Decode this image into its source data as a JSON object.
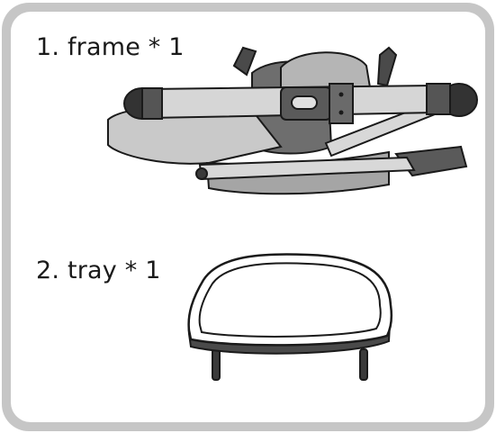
{
  "parts": [
    {
      "label": "1. frame * 1",
      "icon": "folded-highchair-frame"
    },
    {
      "label": "2. tray * 1",
      "icon": "highchair-tray"
    }
  ],
  "colors": {
    "border": "#c6c6c6",
    "metal_dark": "#3a3a3a",
    "metal_light": "#d2d2d2",
    "fabric": "#9a9a9a"
  }
}
